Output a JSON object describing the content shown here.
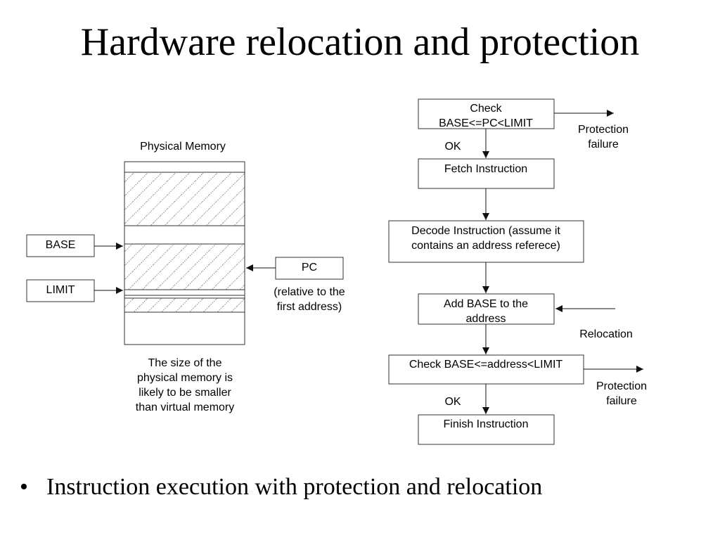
{
  "slide": {
    "title": "Hardware relocation and protection",
    "bullet_marker": "•",
    "bullet": "Instruction execution with protection and relocation"
  },
  "memory": {
    "label": "Physical Memory",
    "base_label": "BASE",
    "limit_label": "LIMIT",
    "pc_label": "PC",
    "pc_note": [
      "(relative to the",
      "first address)"
    ],
    "size_note": [
      "The size of the",
      "physical memory is",
      "likely to be smaller",
      "than virtual memory"
    ]
  },
  "flow": {
    "check_pc": [
      "Check",
      "BASE<=PC<LIMIT"
    ],
    "ok_1": "OK",
    "protection_failure_1": [
      "Protection",
      "failure"
    ],
    "fetch": "Fetch Instruction",
    "decode": [
      "Decode Instruction (assume it",
      "contains an address referece)"
    ],
    "add_base": [
      "Add BASE to the",
      "address"
    ],
    "relocation": "Relocation",
    "check_addr": "Check BASE<=address<LIMIT",
    "ok_2": "OK",
    "protection_failure_2": [
      "Protection",
      "failure"
    ],
    "finish": "Finish Instruction"
  },
  "colors": {
    "stroke": "#333333",
    "hatch": "#555555",
    "text": "#000000"
  }
}
